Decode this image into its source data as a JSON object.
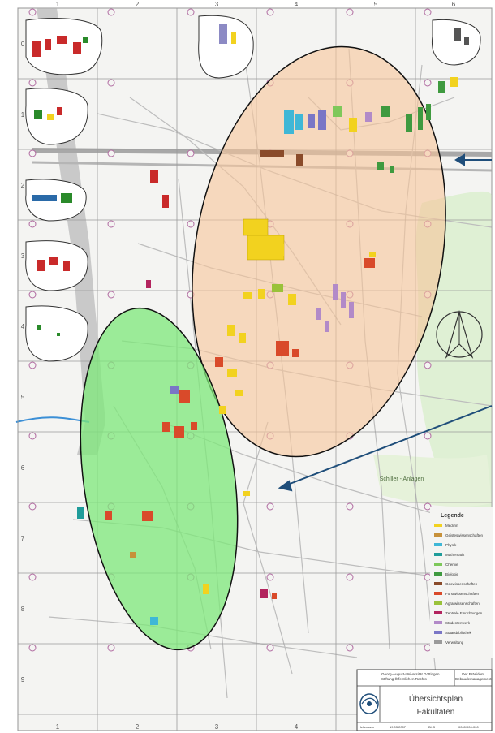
{
  "map": {
    "grid": {
      "col_labels": [
        "1",
        "2",
        "3",
        "4",
        "5",
        "6"
      ],
      "row_labels": [
        "0",
        "1",
        "2",
        "3",
        "4",
        "5",
        "6",
        "7",
        "8",
        "9"
      ]
    },
    "park_label": "Schiller - Anlagen",
    "legend": {
      "title": "Legende",
      "items": [
        {
          "color": "#f2d21f",
          "label": "Medizin"
        },
        {
          "color": "#c7913a",
          "label": "Geisteswissenschaften"
        },
        {
          "color": "#3fb7d6",
          "label": "Physik"
        },
        {
          "color": "#1f9c9a",
          "label": "Mathematik"
        },
        {
          "color": "#7ec85a",
          "label": "Chemie"
        },
        {
          "color": "#3f9a3f",
          "label": "Biologie"
        },
        {
          "color": "#8a4b2a",
          "label": "Geowissenschaften"
        },
        {
          "color": "#d94a2a",
          "label": "Forstwissenschaften"
        },
        {
          "color": "#9ac23a",
          "label": "Agrarwissenschaften"
        },
        {
          "color": "#b3245e",
          "label": "Zentrale Einrichtungen"
        },
        {
          "color": "#b28ac8",
          "label": "Studentenwerk"
        },
        {
          "color": "#7a76c6",
          "label": "Staatsbibliothek"
        },
        {
          "color": "#9a9a9a",
          "label": "Verwaltung"
        }
      ]
    },
    "title_block": {
      "institution": "Georg-August-Universität Göttingen",
      "org": "Stiftung Öffentlichen Rechts",
      "right_org": "Der Präsident",
      "right_dept": "Gebäudemanagement",
      "title_line1": "Übersichtsplan",
      "title_line2": "Fakultäten",
      "footer": [
        "Hellemann",
        "19.03.2007",
        "Bl. 3",
        "0000/000-000"
      ]
    },
    "highlight_colors": {
      "green": "#7de87a",
      "orange": "#f6c49a"
    }
  }
}
